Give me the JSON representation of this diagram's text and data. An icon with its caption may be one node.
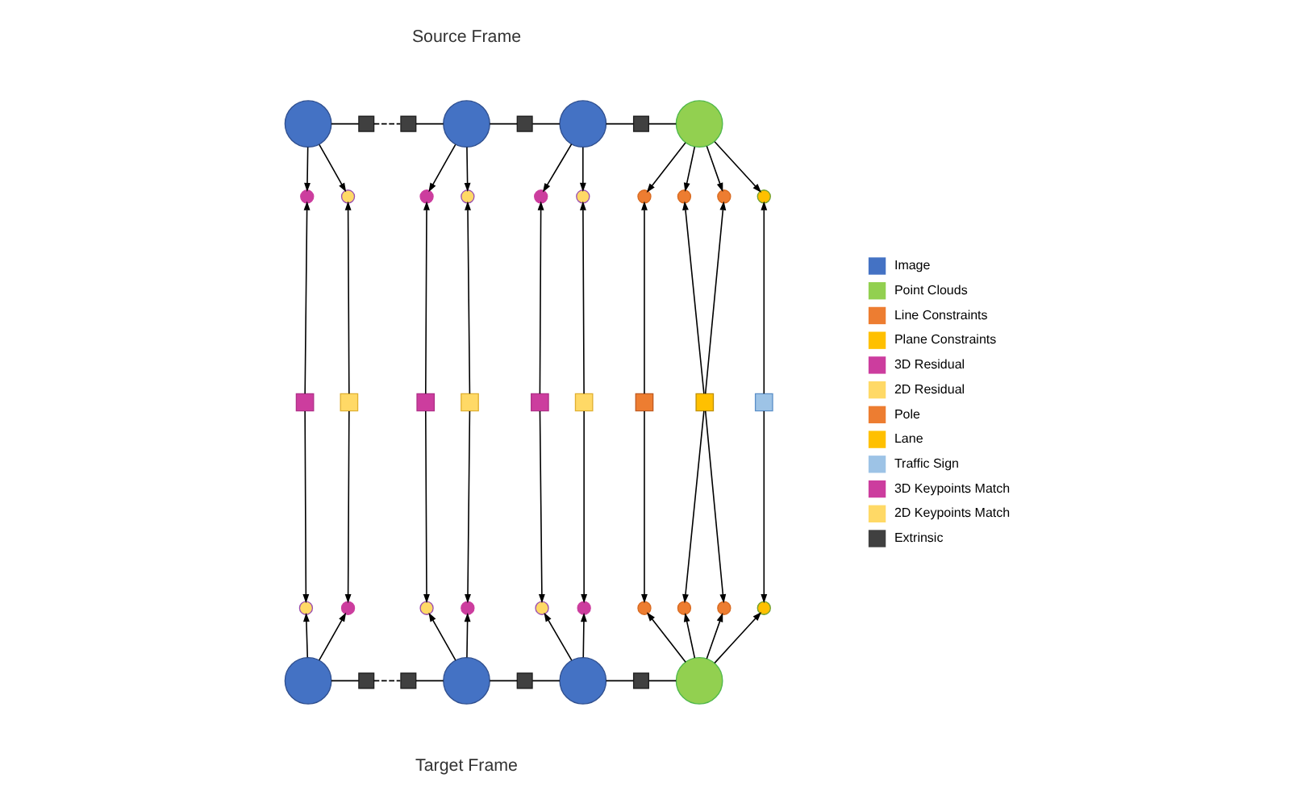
{
  "diagram": {
    "nodes": [
      {
        "text": [],
        "shape": "circle"
      },
      {
        "text": [],
        "shape": "box"
      },
      {
        "text": [],
        "shape": "box"
      },
      {
        "text": [],
        "shape": "circle"
      },
      {
        "text": [],
        "shape": "box"
      },
      {
        "text": [],
        "shape": "circle"
      },
      {
        "text": [],
        "shape": "box"
      },
      {
        "text": [],
        "shape": "circle"
      },
      {
        "text": [],
        "shape": "circle"
      },
      {
        "text": [],
        "shape": "circle"
      },
      {
        "text": [],
        "shape": "circle"
      },
      {
        "text": [],
        "shape": "circle"
      },
      {
        "text": [],
        "shape": "circle"
      },
      {
        "text": [],
        "shape": "circle"
      },
      {
        "text": [],
        "shape": "circle"
      },
      {
        "text": [],
        "shape": "circle"
      },
      {
        "text": [],
        "shape": "circle"
      },
      {
        "text": [],
        "shape": "circle"
      },
      {
        "text": [],
        "shape": "box"
      },
      {
        "text": [],
        "shape": "box"
      },
      {
        "text": [],
        "shape": "box"
      },
      {
        "text": [],
        "shape": "box"
      },
      {
        "text": [],
        "shape": "box"
      },
      {
        "text": [],
        "shape": "box"
      },
      {
        "text": [],
        "shape": "box"
      },
      {
        "text": [],
        "shape": "box"
      },
      {
        "text": [],
        "shape": "box"
      },
      {
        "text": [],
        "shape": "circle"
      },
      {
        "text": [],
        "shape": "circle"
      },
      {
        "text": [],
        "shape": "circle"
      },
      {
        "text": [],
        "shape": "circle"
      },
      {
        "text": [],
        "shape": "circle"
      },
      {
        "text": [],
        "shape": "circle"
      },
      {
        "text": [],
        "shape": "circle"
      },
      {
        "text": [],
        "shape": "circle"
      },
      {
        "text": [],
        "shape": "circle"
      },
      {
        "text": [],
        "shape": "circle"
      },
      {
        "text": [],
        "shape": "circle"
      },
      {
        "text": [],
        "shape": "box"
      },
      {
        "text": [],
        "shape": "box"
      },
      {
        "text": [],
        "shape": "circle"
      },
      {
        "text": [],
        "shape": "box"
      },
      {
        "text": [],
        "shape": "circle"
      },
      {
        "text": [],
        "shape": "box"
      },
      {
        "text": [],
        "shape": "circle"
      }
    ],
    "edges": [
      {
        "from": 0,
        "to": 1,
        "arrow": "none"
      },
      {
        "from": 1,
        "to": 2,
        "arrow": "none",
        "style": "dashed"
      },
      {
        "from": 2,
        "to": 3,
        "arrow": "none"
      },
      {
        "from": 3,
        "to": 4,
        "arrow": "none"
      },
      {
        "from": 4,
        "to": 5,
        "arrow": "none"
      },
      {
        "from": 5,
        "to": 6,
        "arrow": "none"
      },
      {
        "from": 6,
        "to": 7,
        "arrow": "none"
      },
      {
        "from": 0,
        "to": 8,
        "arrow": "to"
      },
      {
        "from": 0,
        "to": 9,
        "arrow": "to"
      },
      {
        "from": 18,
        "to": 8,
        "arrow": "to"
      },
      {
        "from": 19,
        "to": 9,
        "arrow": "to"
      },
      {
        "from": 18,
        "to": 27,
        "arrow": "to"
      },
      {
        "from": 19,
        "to": 28,
        "arrow": "to"
      },
      {
        "from": 37,
        "to": 27,
        "arrow": "to"
      },
      {
        "from": 37,
        "to": 28,
        "arrow": "to"
      },
      {
        "from": 3,
        "to": 10,
        "arrow": "to"
      },
      {
        "from": 3,
        "to": 11,
        "arrow": "to"
      },
      {
        "from": 20,
        "to": 10,
        "arrow": "to"
      },
      {
        "from": 21,
        "to": 11,
        "arrow": "to"
      },
      {
        "from": 20,
        "to": 29,
        "arrow": "to"
      },
      {
        "from": 21,
        "to": 30,
        "arrow": "to"
      },
      {
        "from": 40,
        "to": 29,
        "arrow": "to"
      },
      {
        "from": 40,
        "to": 30,
        "arrow": "to"
      },
      {
        "from": 5,
        "to": 12,
        "arrow": "to"
      },
      {
        "from": 5,
        "to": 13,
        "arrow": "to"
      },
      {
        "from": 22,
        "to": 12,
        "arrow": "to"
      },
      {
        "from": 23,
        "to": 13,
        "arrow": "to"
      },
      {
        "from": 22,
        "to": 31,
        "arrow": "to"
      },
      {
        "from": 23,
        "to": 32,
        "arrow": "to"
      },
      {
        "from": 42,
        "to": 31,
        "arrow": "to"
      },
      {
        "from": 42,
        "to": 32,
        "arrow": "to"
      },
      {
        "from": 7,
        "to": 14,
        "arrow": "to"
      },
      {
        "from": 7,
        "to": 15,
        "arrow": "to"
      },
      {
        "from": 7,
        "to": 16,
        "arrow": "to"
      },
      {
        "from": 7,
        "to": 17,
        "arrow": "to"
      },
      {
        "from": 24,
        "to": 14,
        "arrow": "to"
      },
      {
        "from": 25,
        "to": 15,
        "arrow": "to"
      },
      {
        "from": 25,
        "to": 16,
        "arrow": "to"
      },
      {
        "from": 26,
        "to": 17,
        "arrow": "to"
      },
      {
        "from": 24,
        "to": 33,
        "arrow": "to"
      },
      {
        "from": 25,
        "to": 34,
        "arrow": "to"
      },
      {
        "from": 25,
        "to": 35,
        "arrow": "to"
      },
      {
        "from": 26,
        "to": 36,
        "arrow": "to"
      },
      {
        "from": 44,
        "to": 33,
        "arrow": "to"
      },
      {
        "from": 44,
        "to": 34,
        "arrow": "to"
      },
      {
        "from": 44,
        "to": 35,
        "arrow": "to"
      },
      {
        "from": 44,
        "to": 36,
        "arrow": "to"
      },
      {
        "from": 37,
        "to": 38,
        "arrow": "none"
      },
      {
        "from": 38,
        "to": 39,
        "arrow": "none",
        "style": "dashed"
      },
      {
        "from": 39,
        "to": 40,
        "arrow": "none"
      },
      {
        "from": 40,
        "to": 41,
        "arrow": "none"
      },
      {
        "from": 41,
        "to": 42,
        "arrow": "none"
      },
      {
        "from": 42,
        "to": 43,
        "arrow": "none"
      },
      {
        "from": 43,
        "to": 44,
        "arrow": "none"
      }
    ],
    "labels": [
      "Source Frame",
      "Target Frame"
    ],
    "legend": [
      {
        "text": "Image",
        "color": "#4472c4"
      },
      {
        "text": "Point Clouds",
        "color": "#92d050"
      },
      {
        "text": "Line Constraints",
        "color": "#ed7d31"
      },
      {
        "text": "Plane Constraints",
        "color": "#ffc000"
      },
      {
        "text": "3D Residual",
        "color": "#cc3d9e"
      },
      {
        "text": "2D Residual",
        "color": "#ffd966"
      },
      {
        "text": "Pole",
        "color": "#ed7d31"
      },
      {
        "text": "Lane",
        "color": "#ffc000"
      },
      {
        "text": "Traffic Sign",
        "color": "#9dc3e6"
      },
      {
        "text": "3D Keypoints Match",
        "color": "#cc3d9e"
      },
      {
        "text": "2D Keypoints Match",
        "color": "#ffd966"
      },
      {
        "text": "Extrinsic",
        "color": "#404040"
      }
    ]
  }
}
